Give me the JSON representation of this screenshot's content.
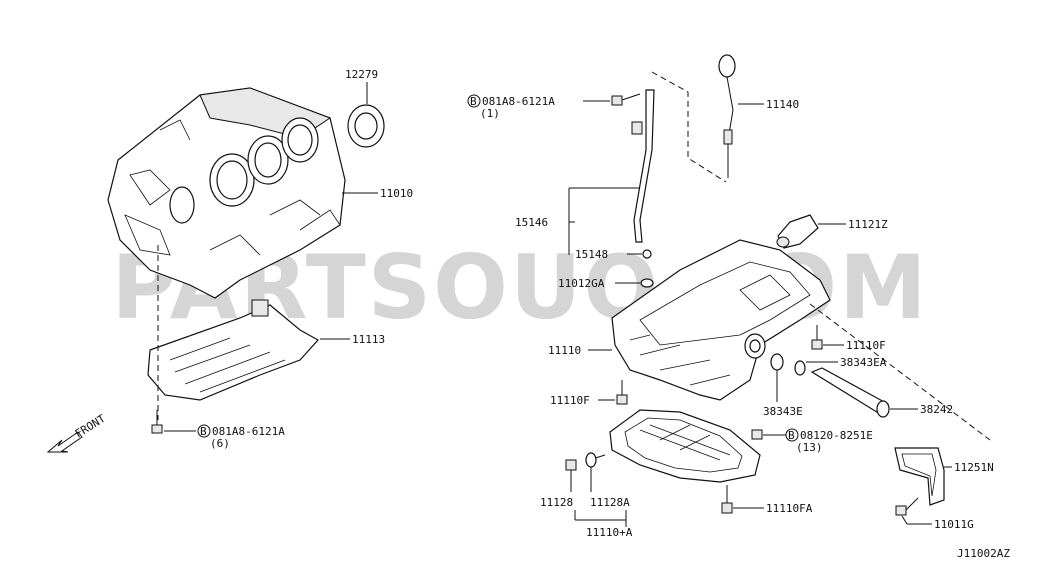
{
  "watermark": "PARTSOUQ.COM",
  "diagram_code": "J11002AZ",
  "front_label": "FRONT",
  "labels": {
    "p12279": "12279",
    "p11010": "11010",
    "p11113": "11113",
    "bolt_left": "081A8-6121A",
    "bolt_left_qty": "(6)",
    "bolt_top": "081A8-6121A",
    "bolt_top_qty": "(1)",
    "p11140": "11140",
    "p15146": "15146",
    "p15148": "15148",
    "p11012GA": "11012GA",
    "p11121Z": "11121Z",
    "p11110": "11110",
    "p11110F_right": "11110F",
    "p38343EA": "38343EA",
    "p11110F_left": "11110F",
    "p38343E": "38343E",
    "p38242": "38242",
    "bolt_pan": "08120-8251E",
    "bolt_pan_qty": "(13)",
    "p11251N": "11251N",
    "p11128": "11128",
    "p11128A": "11128A",
    "p11110FA": "11110FA",
    "p11110A": "11110+A",
    "p11011G": "11011G",
    "b_symbol": "B"
  }
}
